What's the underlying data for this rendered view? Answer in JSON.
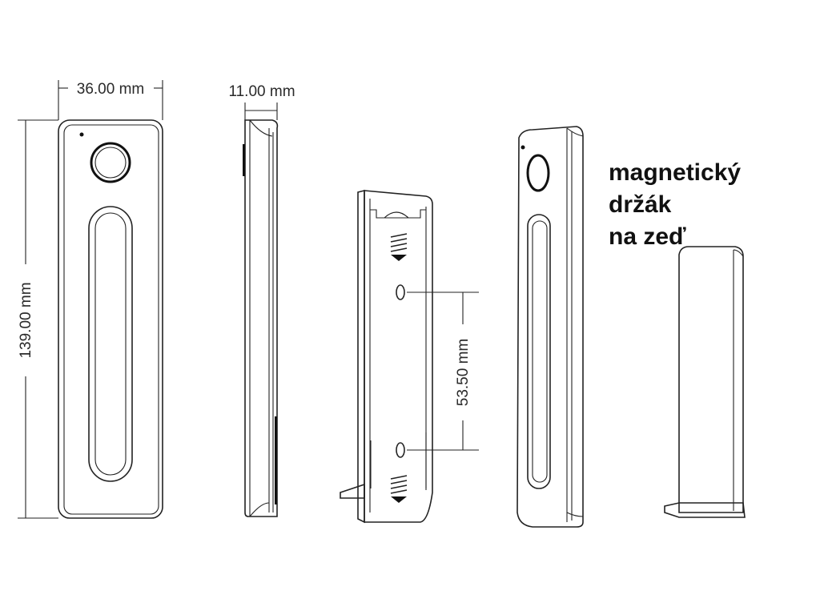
{
  "dimensions": {
    "width": "36.00 mm",
    "depth": "11.00 mm",
    "height": "139.00 mm",
    "hole_spacing": "53.50 mm"
  },
  "caption": {
    "line1": "magnetický",
    "line2": "držák",
    "line3": "na zeď"
  }
}
